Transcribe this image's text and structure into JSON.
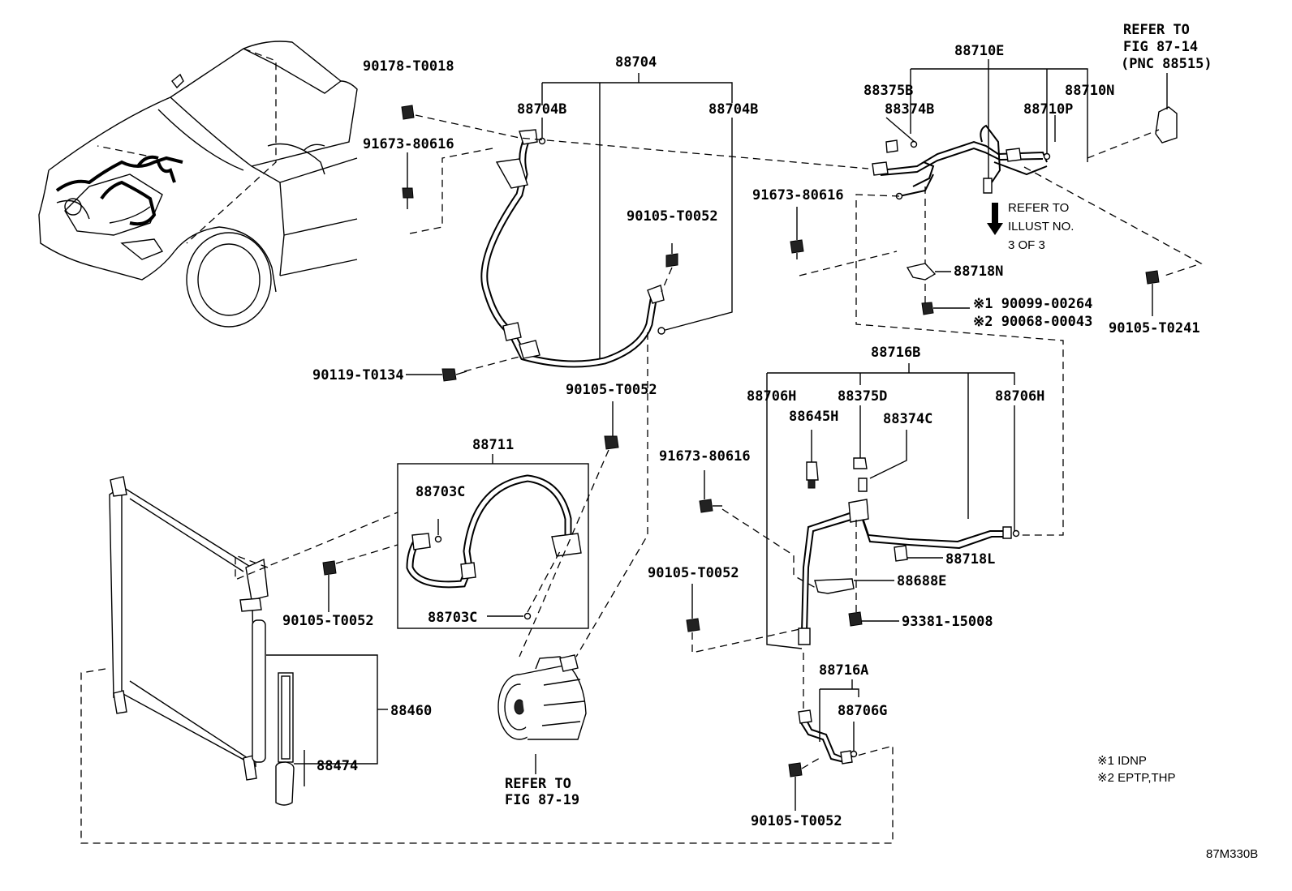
{
  "labels": {
    "p90178_T0018": "90178-T0018",
    "p88704": "88704",
    "p88704B_left": "88704B",
    "p88704B_right": "88704B",
    "p91673_80616_a": "91673-80616",
    "p90105_T0052_a": "90105-T0052",
    "p90119_T0134": "90119-T0134",
    "p90105_T0052_b": "90105-T0052",
    "p88711": "88711",
    "p88703C_top": "88703C",
    "p88703C_bottom": "88703C",
    "p90105_T0052_c": "90105-T0052",
    "p88460": "88460",
    "p88474": "88474",
    "refer_fig_87_19_line1": "REFER TO",
    "refer_fig_87_19_line2": "FIG 87-19",
    "p88710E": "88710E",
    "p88375B": "88375B",
    "p88374B": "88374B",
    "p88710P": "88710P",
    "p88710N": "88710N",
    "refer_fig_87_14_line1": "REFER TO",
    "refer_fig_87_14_line2": "FIG 87-14",
    "refer_fig_87_14_line3": "(PNC 88515)",
    "p91673_80616_b": "91673-80616",
    "refer_illust_line1": "REFER TO",
    "refer_illust_line2": "ILLUST NO.",
    "refer_illust_line3": "3 OF 3",
    "p88718N": "88718N",
    "p90099_00264": "※1 90099-00264",
    "p90068_00043": "※2 90068-00043",
    "p90105_T0241": "90105-T0241",
    "p88716B": "88716B",
    "p88706H_left": "88706H",
    "p88375D": "88375D",
    "p88645H": "88645H",
    "p88374C": "88374C",
    "p88706H_right": "88706H",
    "p91673_80616_c": "91673-80616",
    "p88718L": "88718L",
    "p90105_T0052_d": "90105-T0052",
    "p88688E": "88688E",
    "p93381_15008": "93381-15008",
    "p88716A": "88716A",
    "p88706G": "88706G",
    "p90105_T0052_e": "90105-T0052",
    "note1": "※1 IDNP",
    "note2": "※2 EPTP,THP",
    "figure_code": "87M330B"
  }
}
